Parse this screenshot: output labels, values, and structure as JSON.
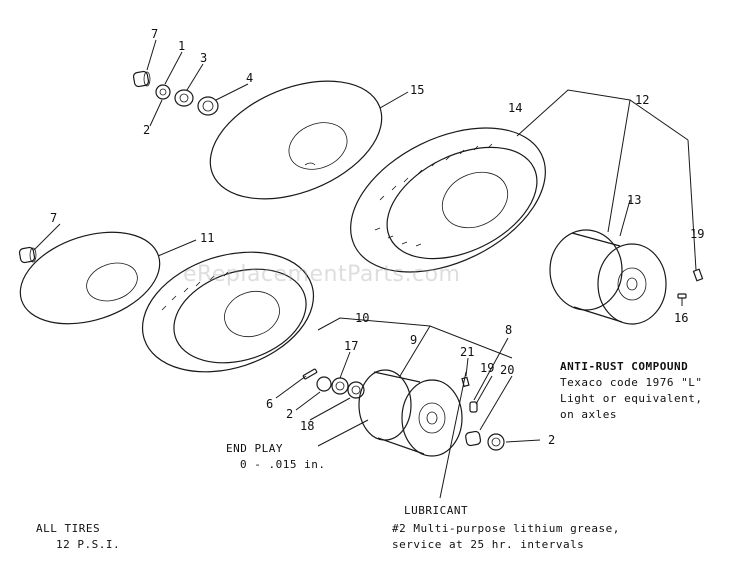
{
  "watermark": "eReplacementParts.com",
  "callouts": {
    "c1": "1",
    "c2a": "2",
    "c2b": "2",
    "c2c": "2",
    "c3": "3",
    "c4": "4",
    "c6": "6",
    "c7a": "7",
    "c7b": "7",
    "c8": "8",
    "c9": "9",
    "c10": "10",
    "c11": "11",
    "c12": "12",
    "c13": "13",
    "c14": "14",
    "c15": "15",
    "c16": "16",
    "c17": "17",
    "c18": "18",
    "c19a": "19",
    "c19b": "19",
    "c20": "20",
    "c21": "21"
  },
  "notes": {
    "anti_rust_title": "ANTI-RUST COMPOUND",
    "anti_rust_line1": "Texaco code 1976 \"L\"",
    "anti_rust_line2": "Light or equivalent,",
    "anti_rust_line3": "on axles",
    "end_play_title": "END PLAY",
    "end_play_value": "0 - .015 in.",
    "lubricant_title": "LUBRICANT",
    "lubricant_line1": "#2 Multi-purpose lithium grease,",
    "lubricant_line2": "service at 25 hr. intervals",
    "all_tires_line1": "ALL TIRES",
    "all_tires_line2": "12 P.S.I."
  }
}
